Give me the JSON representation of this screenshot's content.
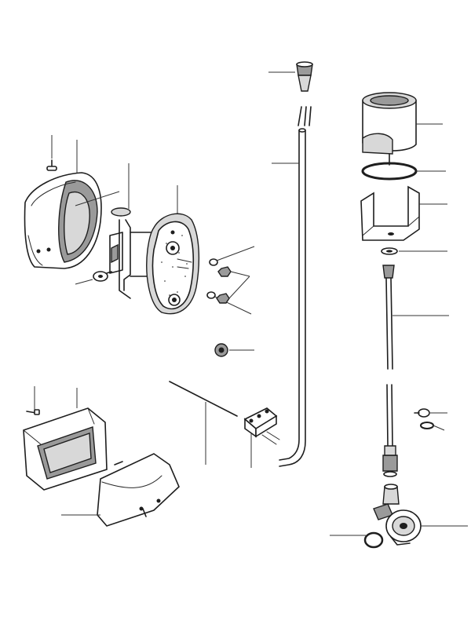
{
  "diagram": {
    "type": "exploded-parts-view",
    "ink_color": "#1e1e1e",
    "background": "#ffffff",
    "parts": [
      "screw-top-left",
      "lamp-hood",
      "bracket",
      "lamp-housing",
      "washer",
      "nut",
      "grommet",
      "clip",
      "cable-sleeve",
      "cable",
      "connector-block",
      "wire",
      "gauge-head",
      "sealing-ring",
      "mounting-bracket-gauge",
      "drive-washer",
      "drive-cable",
      "drive-coupling",
      "small-screw-right",
      "o-ring-right",
      "angle-drive",
      "o-ring-bottom",
      "screw-bottom-left",
      "rear-lamp-frame",
      "rear-lamp-body"
    ]
  }
}
